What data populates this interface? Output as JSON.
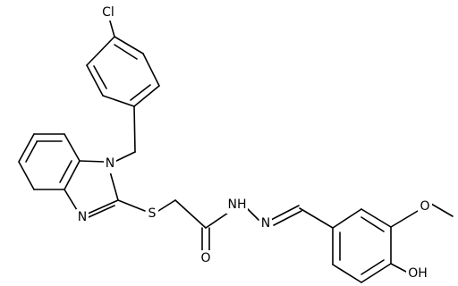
{
  "molecule": {
    "atom_labels": {
      "chlorine": "Cl",
      "nitrogen_ring_1": "N",
      "nitrogen_ring_3": "N",
      "sulfur": "S",
      "carbonyl_oxygen": "O",
      "hydrazide_nh": "NH",
      "hydrazone_n": "N",
      "methoxy_oxygen": "O",
      "hydroxyl": "OH"
    },
    "colors": {
      "bond": "#000000",
      "text": "#000000",
      "background": "#ffffff"
    }
  }
}
